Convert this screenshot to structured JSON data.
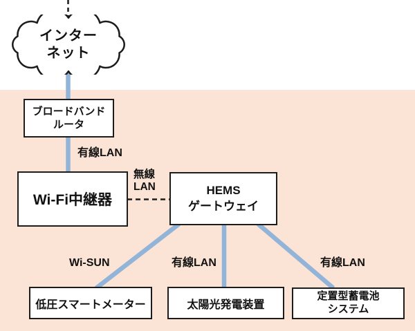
{
  "diagram": {
    "type": "network-topology",
    "colors": {
      "background_top": "#ffffff",
      "background_main": "#fbe4d5",
      "connector_blue": "#92b4d8",
      "connector_black": "#1c1c1c",
      "node_fill": "#ffffff",
      "node_border": "#1c1c1c",
      "text": "#111111"
    },
    "nodes": {
      "internet": {
        "label": "インター\nネット"
      },
      "broadband_router": {
        "label": "ブロードバンド\nルータ"
      },
      "wifi_repeater": {
        "label": "Wi-Fi中継器"
      },
      "hems_gateway": {
        "label": "HEMS\nゲートウェイ"
      },
      "smart_meter": {
        "label": "低圧スマートメーター"
      },
      "solar_power": {
        "label": "太陽光発電装置"
      },
      "storage_battery": {
        "label": "定置型蓄電池\nシステム"
      }
    },
    "links": {
      "wired_lan_router_wifi": {
        "label": "有線LAN",
        "style": "solid-blue"
      },
      "wireless_lan_wifi_hems": {
        "label": "無線\nLAN",
        "style": "dashed-black"
      },
      "wi_sun_hems_meter": {
        "label": "Wi-SUN",
        "style": "solid-blue"
      },
      "wired_lan_hems_solar": {
        "label": "有線LAN",
        "style": "solid-blue"
      },
      "wired_lan_hems_battery": {
        "label": "有線LAN",
        "style": "solid-blue"
      },
      "internet_uplink": {
        "label": "",
        "style": "dashed-black"
      },
      "internet_to_router": {
        "label": "",
        "style": "solid-blue"
      }
    }
  }
}
